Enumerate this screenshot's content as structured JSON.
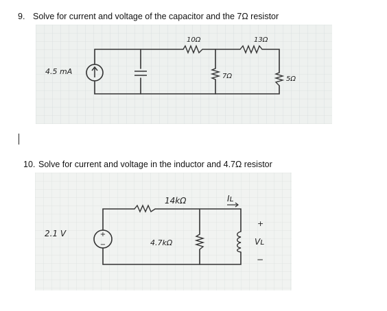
{
  "questions": [
    {
      "number": "9.",
      "text": "Solve for current and voltage of the capacitor and the 7Ω resistor",
      "circuit": {
        "source_label": "4.5 mA",
        "r_top_left": "10Ω",
        "r_top_right": "13Ω",
        "r_middle": "7Ω",
        "r_right": "5Ω"
      }
    },
    {
      "number": "10.",
      "text": "Solve for current and voltage in the inductor and 4.7Ω resistor",
      "circuit": {
        "source_label": "2.1 V",
        "r_series": "14kΩ",
        "r_shunt": "4.7kΩ",
        "current_label": "Iʟ",
        "plus": "+",
        "minus": "−",
        "voltage_label": "Vʟ"
      }
    }
  ],
  "icons": [
    "current-arrow-icon",
    "voltage-source-icon",
    "resistor-icon",
    "capacitor-icon",
    "inductor-icon"
  ]
}
